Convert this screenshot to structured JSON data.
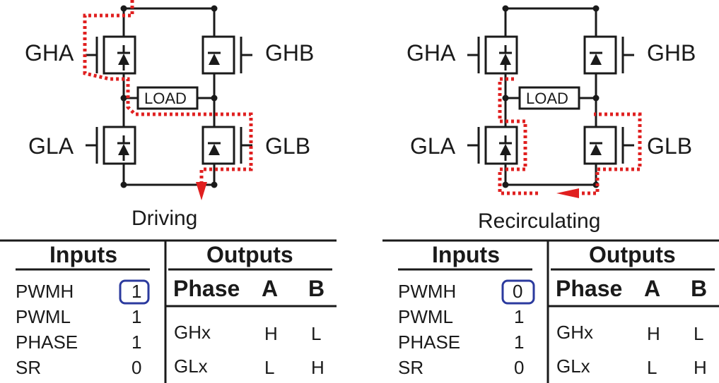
{
  "panels": [
    {
      "caption": "Driving",
      "gates": {
        "ha": "GHA",
        "hb": "GHB",
        "la": "GLA",
        "lb": "GLB"
      },
      "load": "LOAD",
      "table": {
        "inputs_header": "Inputs",
        "outputs_header": "Outputs",
        "phase_header": "Phase",
        "col_a": "A",
        "col_b": "B",
        "inputs": [
          {
            "name": "PWMH",
            "value": "1"
          },
          {
            "name": "PWML",
            "value": "1"
          },
          {
            "name": "PHASE",
            "value": "1"
          },
          {
            "name": "SR",
            "value": "0"
          }
        ],
        "outputs": [
          {
            "name": "GHx",
            "a": "H",
            "b": "L"
          },
          {
            "name": "GLx",
            "a": "L",
            "b": "H"
          }
        ]
      }
    },
    {
      "caption": "Recirculating",
      "gates": {
        "ha": "GHA",
        "hb": "GHB",
        "la": "GLA",
        "lb": "GLB"
      },
      "load": "LOAD",
      "table": {
        "inputs_header": "Inputs",
        "outputs_header": "Outputs",
        "phase_header": "Phase",
        "col_a": "A",
        "col_b": "B",
        "inputs": [
          {
            "name": "PWMH",
            "value": "0"
          },
          {
            "name": "PWML",
            "value": "1"
          },
          {
            "name": "PHASE",
            "value": "1"
          },
          {
            "name": "SR",
            "value": "0"
          }
        ],
        "outputs": [
          {
            "name": "GHx",
            "a": "H",
            "b": "L"
          },
          {
            "name": "GLx",
            "a": "L",
            "b": "H"
          }
        ]
      }
    }
  ],
  "colors": {
    "current_path": "#e02020",
    "highlight": "#2b3a9e"
  }
}
